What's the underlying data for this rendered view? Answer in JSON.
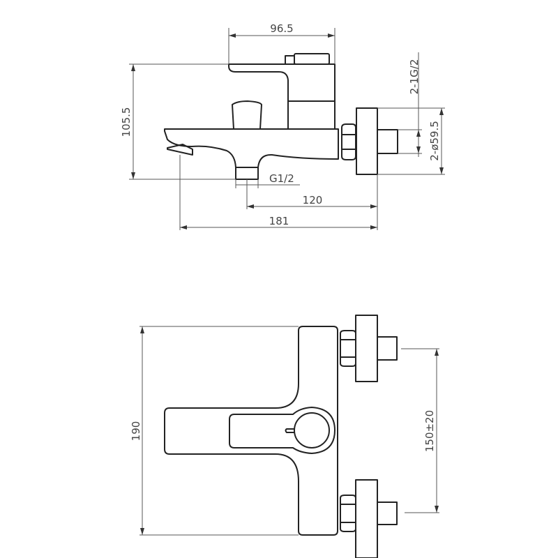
{
  "side_view": {
    "dimensions": {
      "handle_width": "96.5",
      "height": "105.5",
      "inlet_thread": "2-1G/2",
      "flange_diameter": "2-ø59.5",
      "outlet_thread": "G1/2",
      "outlet_to_wall": "120",
      "total_length": "181"
    }
  },
  "top_view": {
    "dimensions": {
      "width": "190",
      "inlet_spacing": "150±20"
    }
  },
  "colors": {
    "line": "#222222",
    "dimension": "#555555",
    "background": "#ffffff"
  }
}
